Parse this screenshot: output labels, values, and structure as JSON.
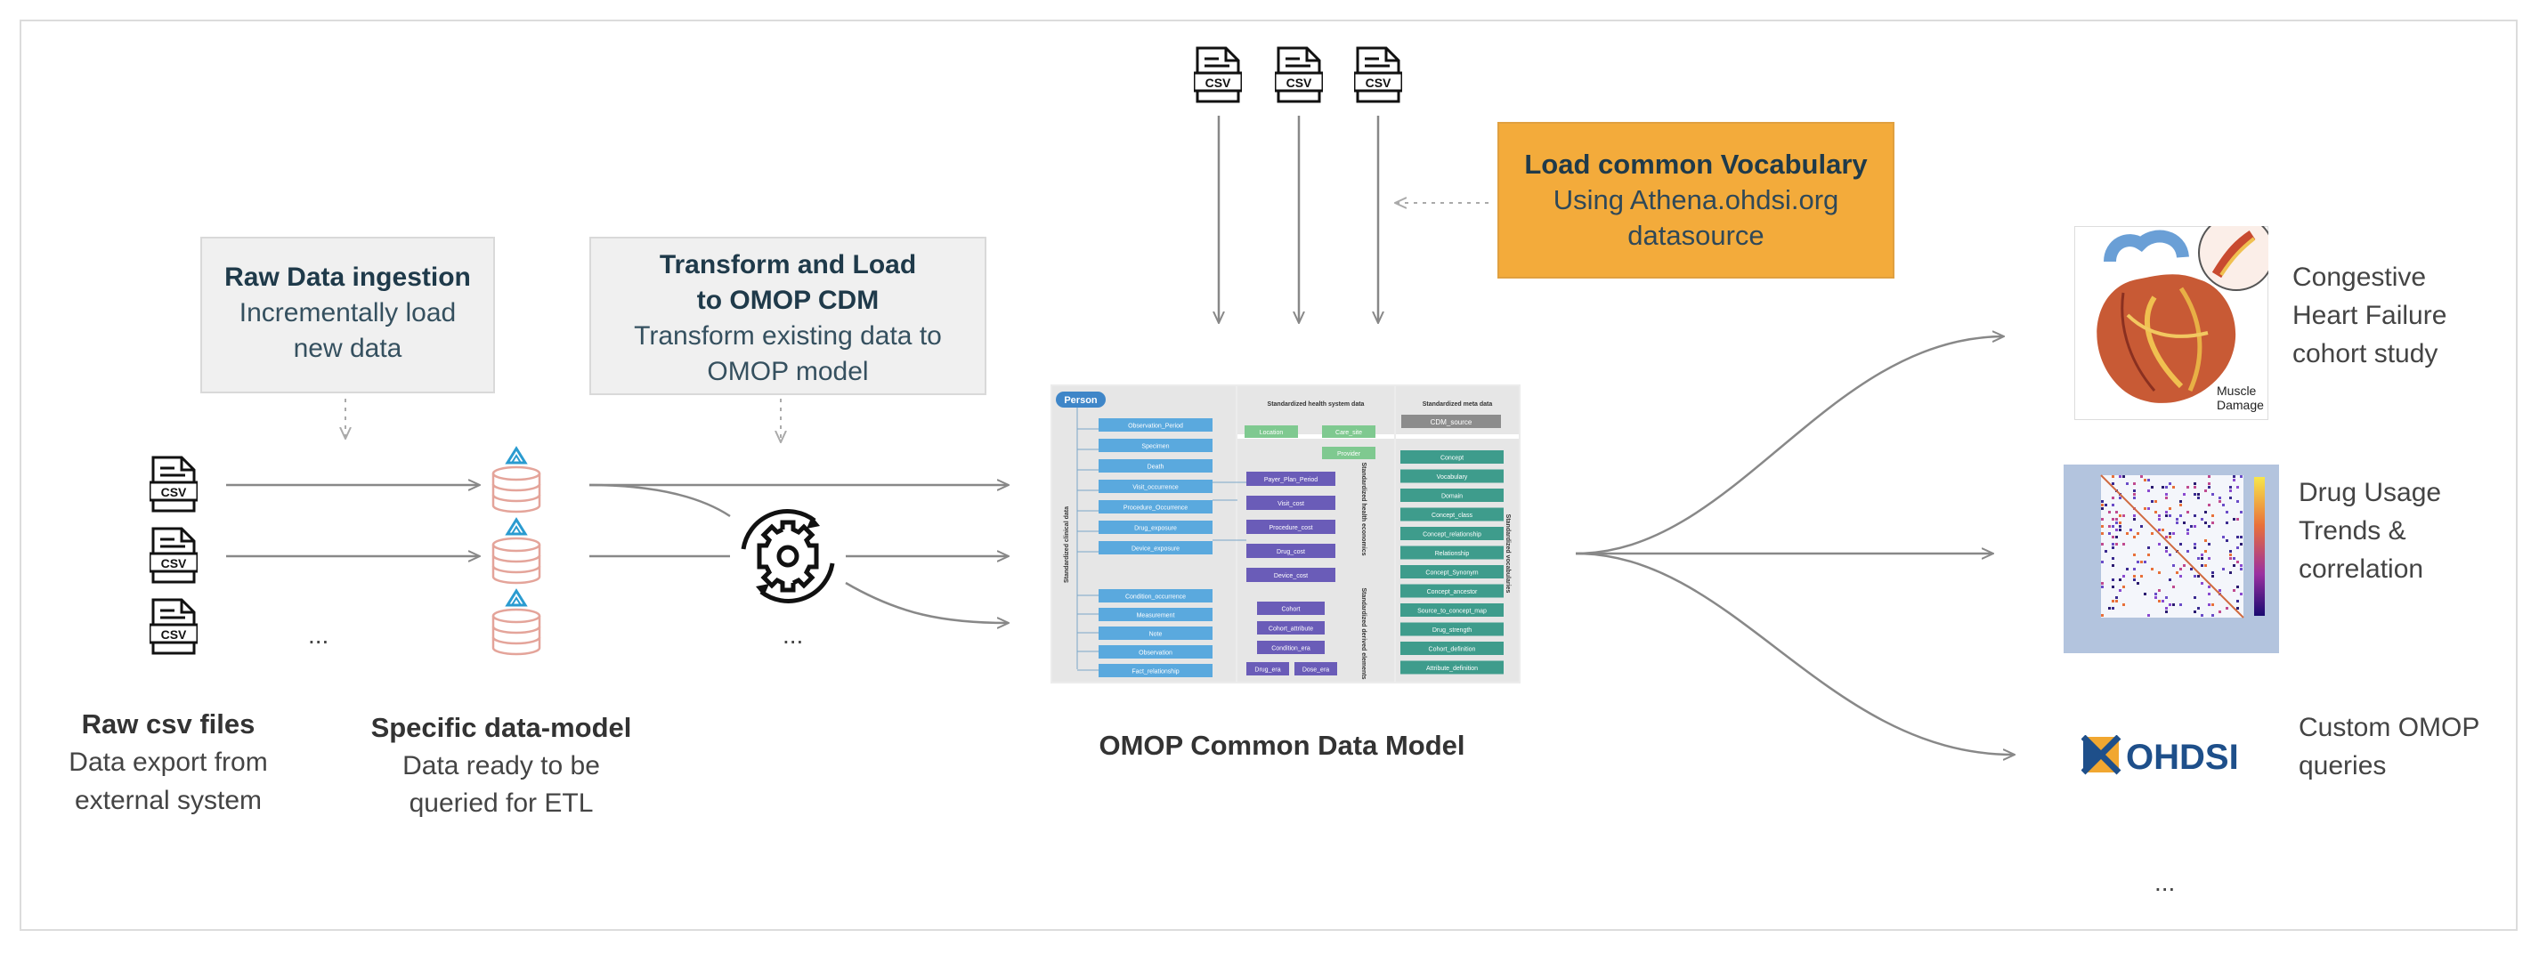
{
  "raw_ingestion": {
    "title": "Raw Data ingestion",
    "line1": "Incrementally load",
    "line2": "new data"
  },
  "transform": {
    "title1": "Transform and Load",
    "title2": "to OMOP CDM",
    "line1": "Transform existing data to",
    "line2": "OMOP model"
  },
  "vocabulary": {
    "title": "Load common Vocabulary",
    "line1": "Using Athena.ohdsi.org",
    "line2": "datasource"
  },
  "csv_label": "CSV",
  "raw_csv": {
    "title": "Raw csv files",
    "line1": "Data export from",
    "line2": "external system"
  },
  "specific_model": {
    "title": "Specific data-model",
    "line1": "Data  ready to be",
    "line2": "queried for ETL"
  },
  "omop_label": "OMOP Common Data Model",
  "ellipsis": "...",
  "outputs": {
    "heart": {
      "line1": "Congestive",
      "line2": "Heart Failure",
      "line3": "cohort study",
      "image_caption1": "Muscle",
      "image_caption2": "Damage"
    },
    "drug": {
      "line1": "Drug Usage",
      "line2": "Trends &",
      "line3": "correlation"
    },
    "custom": {
      "line1": "Custom OMOP",
      "line2": "queries",
      "logo_text": "OHDSI"
    }
  },
  "cdm_diagram": {
    "person": "Person",
    "header_health": "Standardized health system data",
    "header_meta": "Standardized meta data",
    "side_clinical": "Standardized clinical data",
    "side_economics": "Standardized health economics",
    "side_derived": "Standardized derived elements",
    "side_vocab": "Standardized vocabularies",
    "clinical_top": [
      "Observation_Period",
      "Specimen",
      "Death",
      "Visit_occurrence",
      "Procedure_Occurrence",
      "Drug_exposure",
      "Device_exposure"
    ],
    "clinical_bottom": [
      "Condition_occurrence",
      "Measurement",
      "Note",
      "Observation",
      "Fact_relationship"
    ],
    "health_system": [
      "Location",
      "Care_site",
      "Provider"
    ],
    "economics": [
      "Payer_Plan_Period",
      "Visit_cost",
      "Procedure_cost",
      "Drug_cost",
      "Device_cost"
    ],
    "derived": [
      "Cohort",
      "Cohort_attribute",
      "Condition_era",
      "Drug_era",
      "Dose_era"
    ],
    "meta": "CDM_source",
    "vocab": [
      "Concept",
      "Vocabulary",
      "Domain",
      "Concept_class",
      "Concept_relationship",
      "Relationship",
      "Concept_Synonym",
      "Concept_ancestor",
      "Source_to_concept_map",
      "Drug_strength",
      "Cohort_definition",
      "Attribute_definition"
    ]
  },
  "colors": {
    "orange": "#f3ab3b",
    "blue_box": "#5aa9de",
    "green_box": "#7fc990",
    "purple_box": "#6a5cb8",
    "teal_box": "#3e9c8c"
  }
}
